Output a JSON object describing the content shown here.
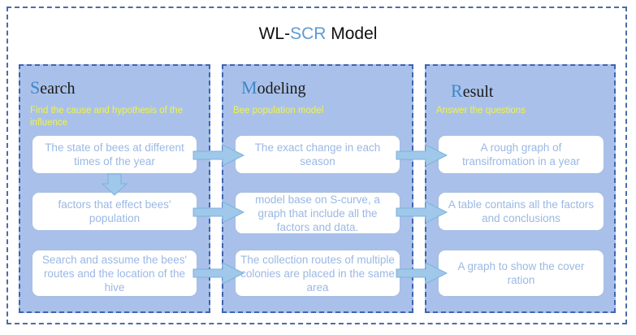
{
  "title": {
    "prefix": "WL-",
    "accent": "SCR",
    "suffix": " Model"
  },
  "panels": [
    {
      "head_initial": "S",
      "head_rest": "earch",
      "subtitle": "Find the cause and hypothesis of the influence",
      "boxes": [
        "The state of bees at different times of the year",
        "factors that effect bees' population",
        "Search and assume the bees' routes and the location of the hive"
      ]
    },
    {
      "head_initial": "M",
      "head_rest": "odeling",
      "subtitle": "Bee population model",
      "boxes": [
        "The exact change in each season",
        "model base on S-curve, a graph that include all the factors and data.",
        "The collection routes of multiple colonies are placed in the same area"
      ]
    },
    {
      "head_initial": "R",
      "head_rest": "esult",
      "subtitle": "Answer the questions",
      "boxes": [
        "A rough graph of transifromation in a year",
        "A table contains all the factors and conclusions",
        "A graph to show the cover ration"
      ]
    }
  ],
  "colors": {
    "panel_fill": "#a9c1ea",
    "panel_border": "#3f63b3",
    "arrow_fill": "#9fc8ea",
    "subtitle": "#f0f24a",
    "box_text": "#9bb8e4",
    "title_accent": "#5b9bd5"
  }
}
